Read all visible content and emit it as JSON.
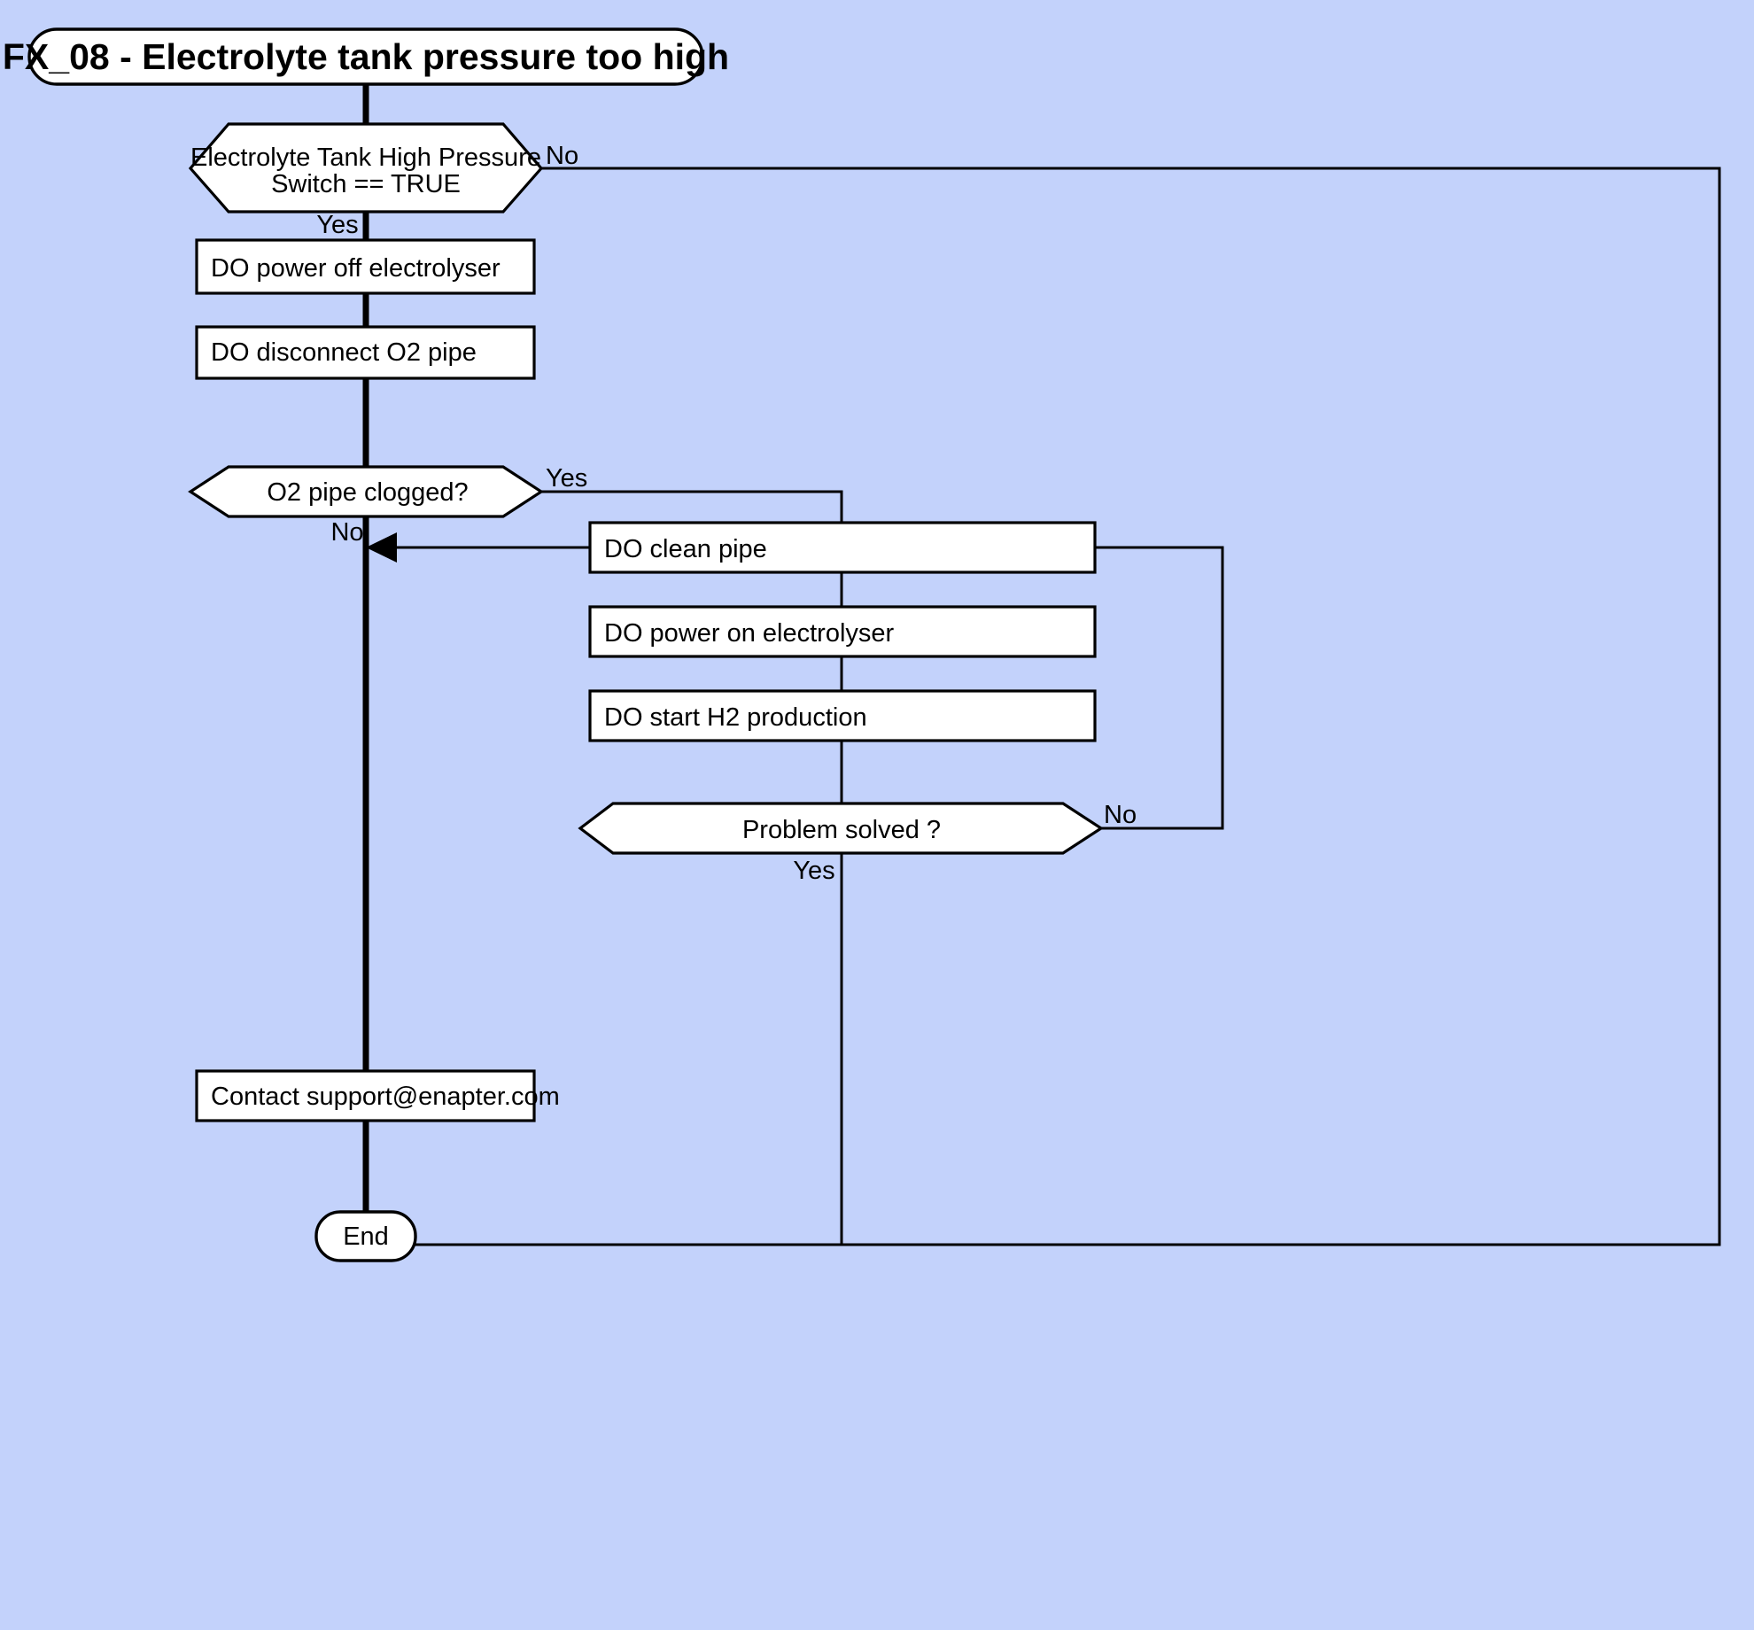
{
  "diagram": {
    "title": "FX_08 - Electrolyte tank pressure too high",
    "background_color": "#c3d2fb",
    "node_fill_color": "#ffffff",
    "stroke_color": "#000000",
    "nodes": {
      "title_terminator": "FX_08 - Electrolyte tank pressure too high",
      "decision_switch_line1": "Electrolyte Tank High Pressure",
      "decision_switch_line2": "Switch == TRUE",
      "proc_power_off": "DO power off electrolyser",
      "proc_disconnect": "DO disconnect O2 pipe",
      "decision_clogged": "O2 pipe clogged?",
      "proc_clean_pipe": "DO clean pipe",
      "proc_power_on": "DO power on electrolyser",
      "proc_start_h2": "DO start H2 production",
      "decision_problem_solved": "Problem solved ?",
      "proc_contact_support": "Contact support@enapter.com",
      "end_terminator": "End"
    },
    "edge_labels": {
      "switch_no": "No",
      "switch_yes": "Yes",
      "clogged_yes": "Yes",
      "clogged_no": "No",
      "solved_no": "No",
      "solved_yes": "Yes"
    }
  }
}
